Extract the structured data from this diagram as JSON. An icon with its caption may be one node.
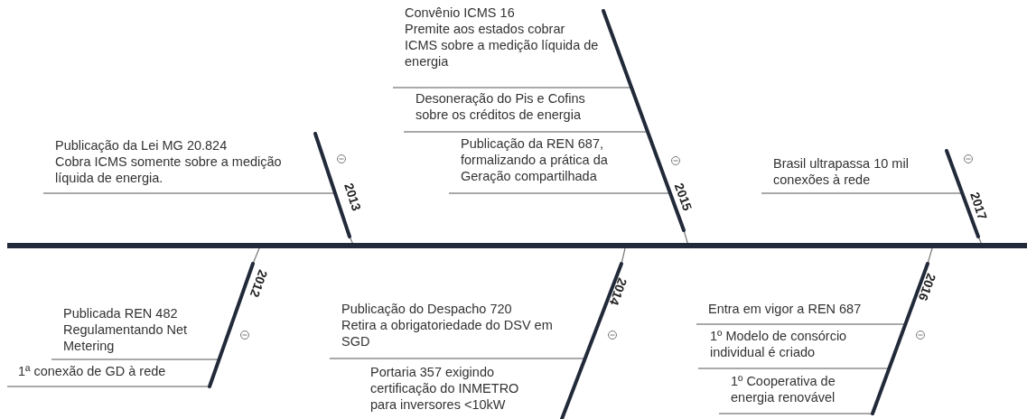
{
  "diagram": {
    "nodes": [
      {
        "text": [],
        "shape": "bar"
      },
      {
        "text": [
          "2012"
        ]
      },
      {
        "text": [
          "2013"
        ]
      },
      {
        "text": [
          "2014"
        ]
      },
      {
        "text": [
          "2015"
        ]
      },
      {
        "text": [
          "2016"
        ]
      },
      {
        "text": [
          "2017"
        ]
      },
      {
        "text": [
          "Publicação da Lei MG 20.824",
          "Cobra ICMS somente sobre a medição líquida de energia."
        ]
      },
      {
        "text": [
          "Convênio ICMS 16",
          "Premite aos estados cobrar ICMS sobre a medição líquida de energia"
        ]
      },
      {
        "text": [
          "Desoneração do Pis e Cofins sobre os créditos de energia"
        ]
      },
      {
        "text": [
          "Publicação da REN 687, formalizando a prática da Geração compartilhada"
        ]
      },
      {
        "text": [
          "Brasil ultrapassa 10 mil conexões à rede"
        ]
      },
      {
        "text": [
          "Publicada REN 482",
          "Regulamentando Net Metering"
        ]
      },
      {
        "text": [
          "1ª conexão de GD à rede"
        ]
      },
      {
        "text": [
          "Publicação do Despacho 720",
          "Retira a obrigatoriedade do DSV em SGD"
        ]
      },
      {
        "text": [
          "Portaria 357 exigindo certificação do INMETRO para inversores <10kW"
        ]
      },
      {
        "text": [
          "Entra em vigor a REN 687"
        ]
      },
      {
        "text": [
          "1º Modelo de consórcio individual é criado"
        ]
      },
      {
        "text": [
          "1º Cooperativa de energia renovável"
        ]
      }
    ],
    "edges": [
      {
        "from": 1,
        "to": 0,
        "arrow": "none"
      },
      {
        "from": 2,
        "to": 0,
        "arrow": "none"
      },
      {
        "from": 3,
        "to": 0,
        "arrow": "none"
      },
      {
        "from": 4,
        "to": 0,
        "arrow": "none"
      },
      {
        "from": 5,
        "to": 0,
        "arrow": "none"
      },
      {
        "from": 6,
        "to": 0,
        "arrow": "none"
      },
      {
        "from": 7,
        "to": 2,
        "arrow": "none"
      },
      {
        "from": 8,
        "to": 4,
        "arrow": "none"
      },
      {
        "from": 9,
        "to": 4,
        "arrow": "none"
      },
      {
        "from": 10,
        "to": 4,
        "arrow": "none"
      },
      {
        "from": 11,
        "to": 6,
        "arrow": "none"
      },
      {
        "from": 12,
        "to": 1,
        "arrow": "none"
      },
      {
        "from": 13,
        "to": 1,
        "arrow": "none"
      },
      {
        "from": 14,
        "to": 3,
        "arrow": "none"
      },
      {
        "from": 16,
        "to": 5,
        "arrow": "none"
      },
      {
        "from": 17,
        "to": 5,
        "arrow": "none"
      },
      {
        "from": 18,
        "to": 5,
        "arrow": "none"
      }
    ]
  }
}
